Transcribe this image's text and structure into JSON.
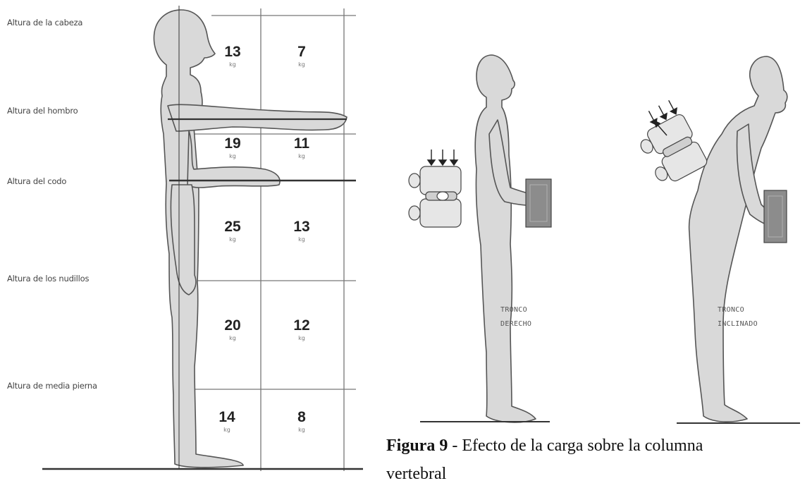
{
  "levels": [
    {
      "label": "Altura de la cabeza",
      "front": "13",
      "extended": "7"
    },
    {
      "label": "Altura del hombro",
      "front": "19",
      "extended": "11"
    },
    {
      "label": "Altura del codo",
      "front": "25",
      "extended": "13"
    },
    {
      "label": "Altura de los nudillos",
      "front": "20",
      "extended": "12"
    },
    {
      "label": "Altura de media pierna",
      "front": "14",
      "extended": "8"
    }
  ],
  "unit": "kg",
  "postures": {
    "upright_label": [
      "TRONCO",
      "DERECHO"
    ],
    "bent_label": [
      "TRONCO",
      "INCLINADO"
    ]
  },
  "caption": {
    "figure": "Figura 9",
    "text": " - Efecto de la carga sobre la columna",
    "text2": "vertebral"
  },
  "colors": {
    "figure_fill": "#d9d9d9",
    "outline": "#555555",
    "box_fill": "#8c8c8c"
  }
}
